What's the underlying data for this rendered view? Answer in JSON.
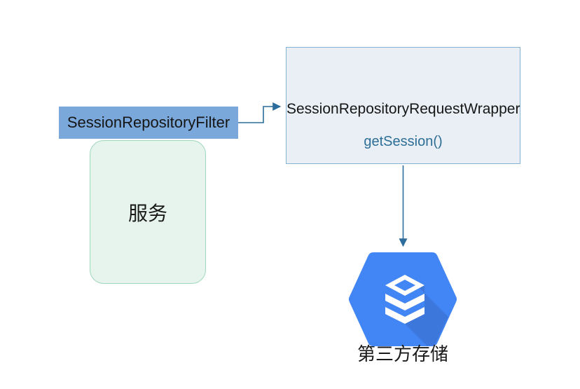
{
  "diagram": {
    "filter_box": {
      "label": "SessionRepositoryFilter"
    },
    "service_box": {
      "label": "服务"
    },
    "wrapper_box": {
      "title": "SessionRepositoryRequestWrapper",
      "method": "getSession()"
    },
    "storage": {
      "label": "第三方存储",
      "icon": "database-stack-hexagon-icon"
    },
    "connections": [
      {
        "from": "SessionRepositoryFilter",
        "to": "SessionRepositoryRequestWrapper",
        "type": "elbow-arrow"
      },
      {
        "from": "SessionRepositoryRequestWrapper",
        "to": "第三方存储",
        "type": "straight-arrow"
      }
    ],
    "colors": {
      "filter_fill": "#7AA8DB",
      "wrapper_fill": "#E9EFF5",
      "wrapper_border": "#85B3D1",
      "method_text": "#2D6E96",
      "service_fill": "#E7F3ED",
      "service_border": "#9ED8BC",
      "hexagon_fill": "#4285F4",
      "hexagon_shadow": "#3C77DC",
      "connector": "#2C6D9B",
      "text": "#161616"
    }
  }
}
